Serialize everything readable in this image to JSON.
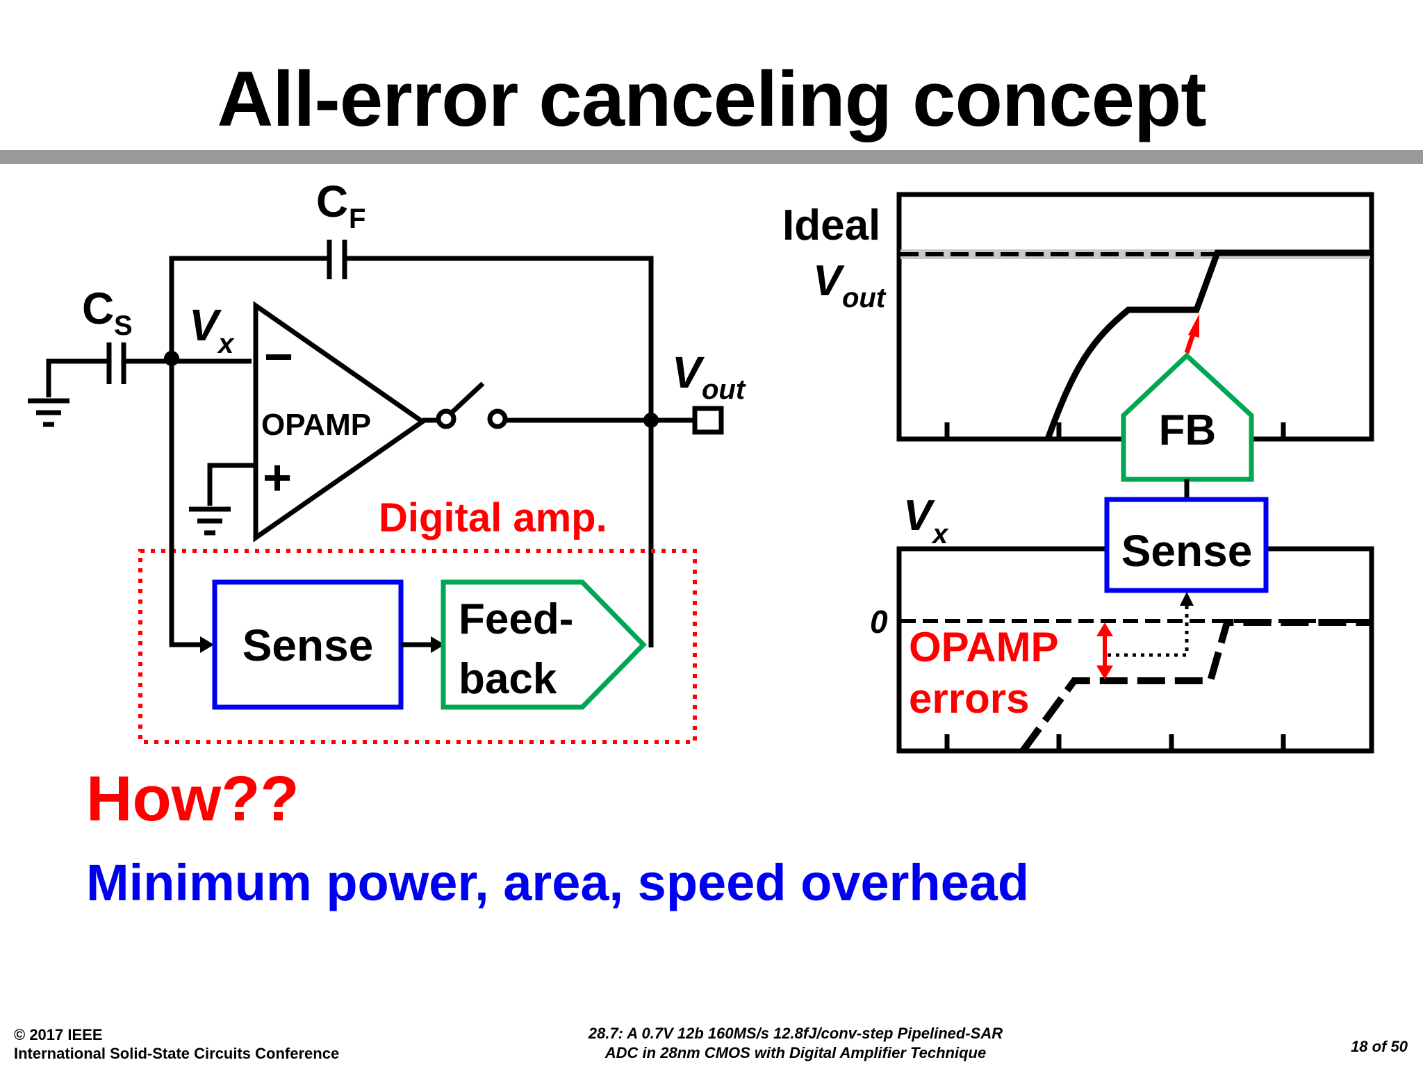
{
  "slide": {
    "title": "All-error canceling concept",
    "how": "How??",
    "subtitle": "Minimum power, area, speed overhead"
  },
  "circuit": {
    "cf_label": "C",
    "cf_sub": "F",
    "cs_label": "C",
    "cs_sub": "S",
    "vx_label": "V",
    "vx_sub": "x",
    "opamp_label": "OPAMP",
    "opamp_minus": "−",
    "opamp_plus": "+",
    "vout_label": "V",
    "vout_sub": "out",
    "digital_amp_label": "Digital amp.",
    "sense_label": "Sense",
    "feedback_line1": "Feed-",
    "feedback_line2": "back"
  },
  "waveforms": {
    "ideal_label": "Ideal",
    "vout_label": "V",
    "vout_sub": "out",
    "fb_label": "FB",
    "sense_label": "Sense",
    "vx_label": "V",
    "vx_sub": "x",
    "zero_label": "0",
    "errors_line1": "OPAMP",
    "errors_line2": "errors"
  },
  "colors": {
    "red": "#ff0000",
    "blue": "#0000f0",
    "green": "#00a651",
    "gray_rule": "#9a9a9a"
  },
  "footer": {
    "copyright": "© 2017 IEEE",
    "conference": "International Solid-State Circuits Conference",
    "paper_line1": "28.7: A 0.7V 12b 160MS/s 12.8fJ/conv-step Pipelined-SAR",
    "paper_line2": "ADC in 28nm CMOS with Digital Amplifier Technique",
    "page": "18 of 50"
  }
}
